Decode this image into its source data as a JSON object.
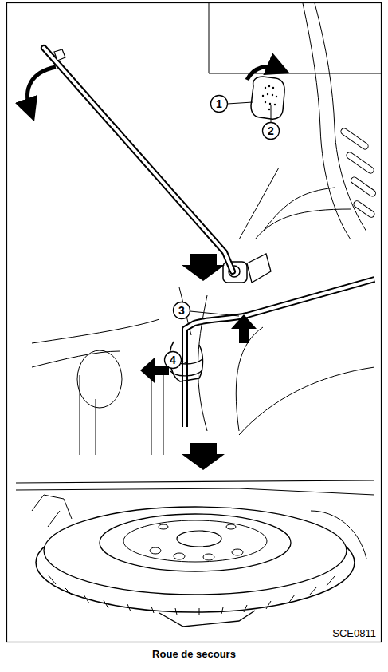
{
  "diagram": {
    "caption": "Roue de secours",
    "labels": [
      "1",
      "2",
      "3",
      "4",
      "SCE0811"
    ]
  }
}
